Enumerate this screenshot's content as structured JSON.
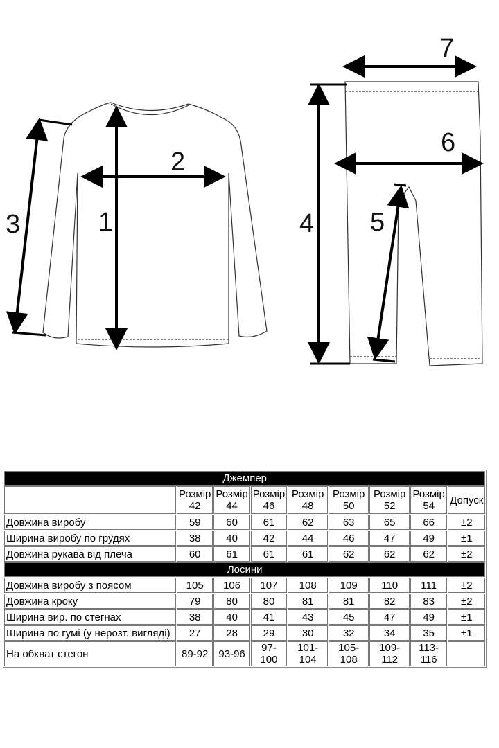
{
  "diagram": {
    "labels": [
      "1",
      "2",
      "3",
      "4",
      "5",
      "6",
      "7"
    ]
  },
  "table": {
    "sections": [
      {
        "title": "Джемпер"
      },
      {
        "title": "Лосини"
      }
    ],
    "size_word": "Розмір",
    "sizes": [
      "42",
      "44",
      "46",
      "48",
      "50",
      "52",
      "54"
    ],
    "tolerance_header": "Допуск",
    "jumper_rows": [
      {
        "label": "Довжина виробу",
        "values": [
          "59",
          "60",
          "61",
          "62",
          "63",
          "65",
          "66"
        ],
        "tol": "±2"
      },
      {
        "label": "Ширина виробу по грудях",
        "values": [
          "38",
          "40",
          "42",
          "44",
          "46",
          "47",
          "49"
        ],
        "tol": "±1"
      },
      {
        "label": "Довжина рукава від плеча",
        "values": [
          "60",
          "61",
          "61",
          "61",
          "62",
          "62",
          "62"
        ],
        "tol": "±2"
      }
    ],
    "leggings_rows": [
      {
        "label": "Довжина виробу з поясом",
        "values": [
          "105",
          "106",
          "107",
          "108",
          "109",
          "110",
          "111"
        ],
        "tol": "±2"
      },
      {
        "label": "Довжина кроку",
        "values": [
          "79",
          "80",
          "80",
          "81",
          "81",
          "82",
          "83"
        ],
        "tol": "±2"
      },
      {
        "label": "Ширина вир. по стегнах",
        "values": [
          "38",
          "40",
          "41",
          "43",
          "45",
          "47",
          "49"
        ],
        "tol": "±1"
      },
      {
        "label": "Ширина по гумі (у нерозт. вигляді)",
        "values": [
          "27",
          "28",
          "29",
          "30",
          "32",
          "34",
          "35"
        ],
        "tol": "±1"
      },
      {
        "label": "На обхват стегон",
        "values": [
          "89-92",
          "93-96",
          "97-100",
          "101-104",
          "105-108",
          "109-112",
          "113-116"
        ],
        "tol": ""
      }
    ]
  }
}
